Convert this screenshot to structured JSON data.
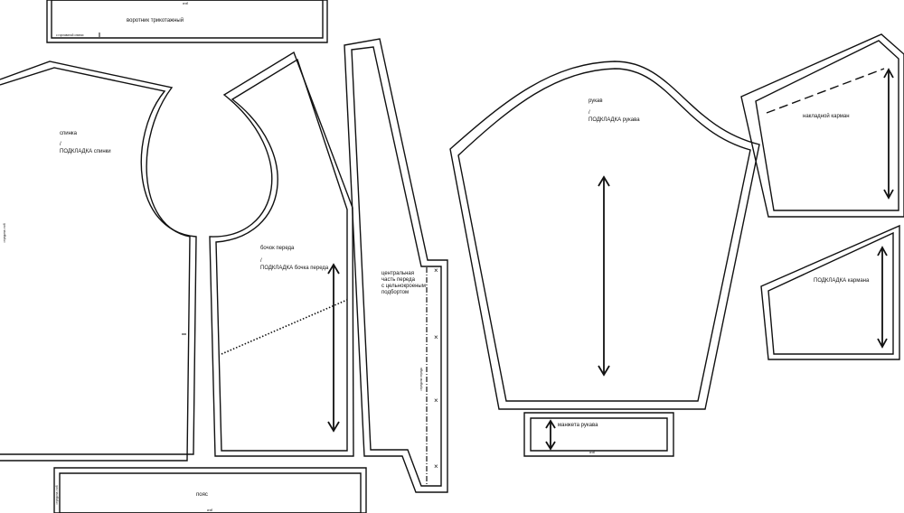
{
  "pieces": {
    "collar": {
      "name": "воротник трикотажный",
      "fold_top": "сгиб",
      "fold_note": "с горловиной спинки"
    },
    "back": {
      "name": "спинка",
      "separator": "/",
      "lining": "ПОДКЛАДКА спинки",
      "fold_side": "середина сгиб"
    },
    "side_front": {
      "name": "бочок переда",
      "separator": "/",
      "lining": "ПОДКЛАДКА  бочка переда"
    },
    "center_front": {
      "line1": "центральная",
      "line2": "часть переда",
      "line3": "с цельнокроеным",
      "line4": "подбортом",
      "vertical_note": "середина переда"
    },
    "sleeve": {
      "name": "рукав",
      "separator": "/",
      "lining": "ПОДКЛАДКА  рукава"
    },
    "pocket": {
      "name": "накладной карман"
    },
    "pocket_lining": {
      "name": "ПОДКЛАДКА кармана"
    },
    "belt": {
      "name": "пояс",
      "fold_side": "середина сгиб",
      "fold_bottom": "сгиб"
    },
    "cuff": {
      "name": "манжета рукава",
      "fold_bottom": "сгиб"
    }
  }
}
